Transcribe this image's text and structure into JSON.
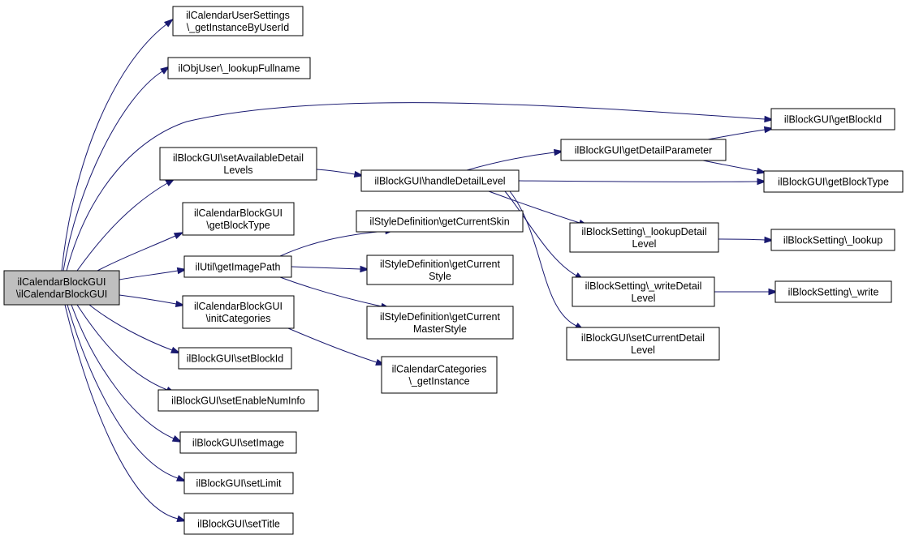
{
  "nodes": [
    {
      "id": "root",
      "lines": [
        "ilCalendarBlockGUI",
        "\\ilCalendarBlockGUI"
      ]
    },
    {
      "id": "userSettings",
      "lines": [
        "ilCalendarUserSettings",
        "\\_getInstanceByUserId"
      ]
    },
    {
      "id": "lookupFullname",
      "lines": [
        "ilObjUser\\_lookupFullname"
      ]
    },
    {
      "id": "getBlockId",
      "lines": [
        "ilBlockGUI\\getBlockId"
      ]
    },
    {
      "id": "setAvailable",
      "lines": [
        "ilBlockGUI\\setAvailableDetail",
        "Levels"
      ]
    },
    {
      "id": "handleDetail",
      "lines": [
        "ilBlockGUI\\handleDetailLevel"
      ]
    },
    {
      "id": "getDetailParam",
      "lines": [
        "ilBlockGUI\\getDetailParameter"
      ]
    },
    {
      "id": "getBlockType",
      "lines": [
        "ilBlockGUI\\getBlockType"
      ]
    },
    {
      "id": "calGetBlockType",
      "lines": [
        "ilCalendarBlockGUI",
        "\\getBlockType"
      ]
    },
    {
      "id": "getImagePath",
      "lines": [
        "ilUtil\\getImagePath"
      ]
    },
    {
      "id": "getCurrentSkin",
      "lines": [
        "ilStyleDefinition\\getCurrentSkin"
      ]
    },
    {
      "id": "getCurrentStyle",
      "lines": [
        "ilStyleDefinition\\getCurrent",
        "Style"
      ]
    },
    {
      "id": "getCurrentMaster",
      "lines": [
        "ilStyleDefinition\\getCurrent",
        "MasterStyle"
      ]
    },
    {
      "id": "lookupDetail",
      "lines": [
        "ilBlockSetting\\_lookupDetail",
        "Level"
      ]
    },
    {
      "id": "lookup",
      "lines": [
        "ilBlockSetting\\_lookup"
      ]
    },
    {
      "id": "writeDetail",
      "lines": [
        "ilBlockSetting\\_writeDetail",
        "Level"
      ]
    },
    {
      "id": "write",
      "lines": [
        "ilBlockSetting\\_write"
      ]
    },
    {
      "id": "setCurrentDetail",
      "lines": [
        "ilBlockGUI\\setCurrentDetail",
        "Level"
      ]
    },
    {
      "id": "initCategories",
      "lines": [
        "ilCalendarBlockGUI",
        "\\initCategories"
      ]
    },
    {
      "id": "calCategories",
      "lines": [
        "ilCalendarCategories",
        "\\_getInstance"
      ]
    },
    {
      "id": "setBlockId",
      "lines": [
        "ilBlockGUI\\setBlockId"
      ]
    },
    {
      "id": "setEnableNumInfo",
      "lines": [
        "ilBlockGUI\\setEnableNumInfo"
      ]
    },
    {
      "id": "setImage",
      "lines": [
        "ilBlockGUI\\setImage"
      ]
    },
    {
      "id": "setLimit",
      "lines": [
        "ilBlockGUI\\setLimit"
      ]
    },
    {
      "id": "setTitle",
      "lines": [
        "ilBlockGUI\\setTitle"
      ]
    }
  ],
  "edges": [
    {
      "from": "root",
      "to": "userSettings"
    },
    {
      "from": "root",
      "to": "lookupFullname"
    },
    {
      "from": "root",
      "to": "getBlockId"
    },
    {
      "from": "root",
      "to": "setAvailable"
    },
    {
      "from": "root",
      "to": "calGetBlockType"
    },
    {
      "from": "root",
      "to": "getImagePath"
    },
    {
      "from": "root",
      "to": "initCategories"
    },
    {
      "from": "root",
      "to": "setBlockId"
    },
    {
      "from": "root",
      "to": "setEnableNumInfo"
    },
    {
      "from": "root",
      "to": "setImage"
    },
    {
      "from": "root",
      "to": "setLimit"
    },
    {
      "from": "root",
      "to": "setTitle"
    },
    {
      "from": "setAvailable",
      "to": "handleDetail"
    },
    {
      "from": "handleDetail",
      "to": "getDetailParam"
    },
    {
      "from": "handleDetail",
      "to": "getBlockType"
    },
    {
      "from": "handleDetail",
      "to": "lookupDetail"
    },
    {
      "from": "handleDetail",
      "to": "writeDetail"
    },
    {
      "from": "handleDetail",
      "to": "setCurrentDetail"
    },
    {
      "from": "getDetailParam",
      "to": "getBlockId"
    },
    {
      "from": "getDetailParam",
      "to": "getBlockType"
    },
    {
      "from": "lookupDetail",
      "to": "lookup"
    },
    {
      "from": "writeDetail",
      "to": "write"
    },
    {
      "from": "getImagePath",
      "to": "getCurrentSkin"
    },
    {
      "from": "getImagePath",
      "to": "getCurrentStyle"
    },
    {
      "from": "getImagePath",
      "to": "getCurrentMaster"
    },
    {
      "from": "initCategories",
      "to": "calCategories"
    }
  ]
}
